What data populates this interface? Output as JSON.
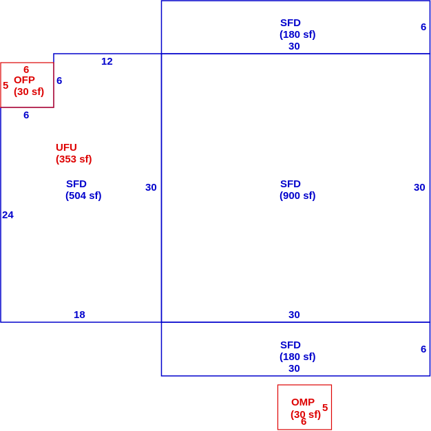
{
  "colors": {
    "primary_lines": "#0000cc",
    "secondary_lines": "#dd0000",
    "background": "#ffffff"
  },
  "areas": {
    "sfd_top": {
      "code": "SFD",
      "area": "(180 sf)",
      "dim_width": "30",
      "dim_height": "6"
    },
    "sfd_left": {
      "code": "SFD",
      "area": "(504 sf)",
      "dim_top": "12",
      "dim_bottom": "18",
      "dim_left": "24",
      "dim_right": "30",
      "dim_notch_side": "6",
      "dim_notch_bottom": "6"
    },
    "ufu": {
      "code": "UFU",
      "area": "(353 sf)"
    },
    "sfd_main": {
      "code": "SFD",
      "area": "(900 sf)",
      "dim_width": "30",
      "dim_height": "30"
    },
    "sfd_bottom": {
      "code": "SFD",
      "area": "(180 sf)",
      "dim_width": "30",
      "dim_height": "6"
    },
    "ofp": {
      "code": "OFP",
      "area": "(30 sf)",
      "dim_top": "6",
      "dim_left": "5"
    },
    "omp": {
      "code": "OMP",
      "area": "(30 sf)",
      "dim_bottom": "6",
      "dim_right": "5"
    }
  }
}
